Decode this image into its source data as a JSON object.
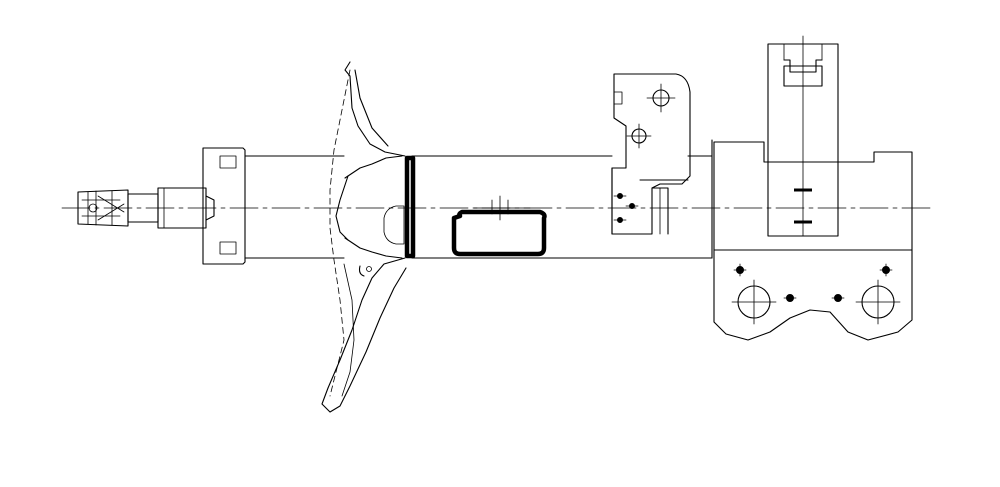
{
  "drawing": {
    "ink_color": "#000000",
    "paper_color": "#ffffff",
    "parts": [
      "piston-rod-tip",
      "rod-nut",
      "top-mount-block",
      "strut-tube",
      "spring-seat",
      "seal-band",
      "hose-clip",
      "stabilizer-bracket",
      "steering-knuckle-bracket"
    ]
  }
}
